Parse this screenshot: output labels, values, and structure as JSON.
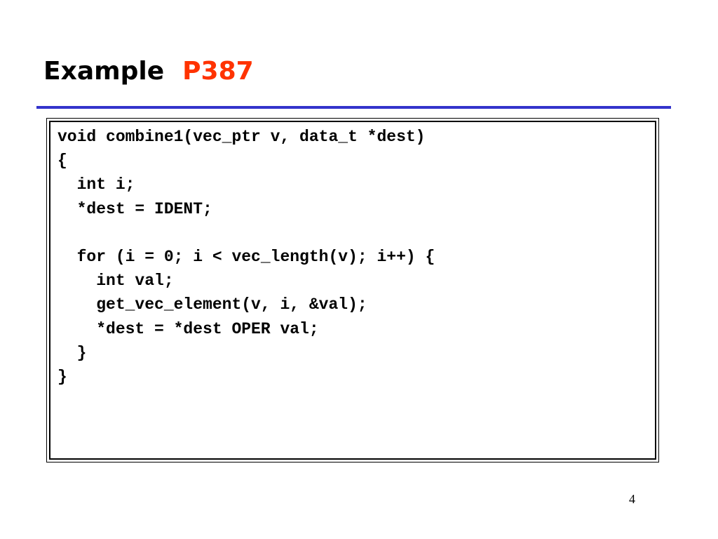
{
  "slide": {
    "title": "Example",
    "title_ref": "P387",
    "page_number": "4"
  },
  "code": {
    "lines": [
      "void combine1(vec_ptr v, data_t *dest)",
      "{",
      "  int i;",
      "  *dest = IDENT;",
      "",
      "  for (i = 0; i < vec_length(v); i++) {",
      "    int val;",
      "    get_vec_element(v, i, &val);",
      "    *dest = *dest OPER val;",
      "  }",
      "}"
    ]
  },
  "colors": {
    "title_text": "#000000",
    "title_ref": "#ff3300",
    "rule": "#3333cc",
    "code_border": "#000000"
  }
}
